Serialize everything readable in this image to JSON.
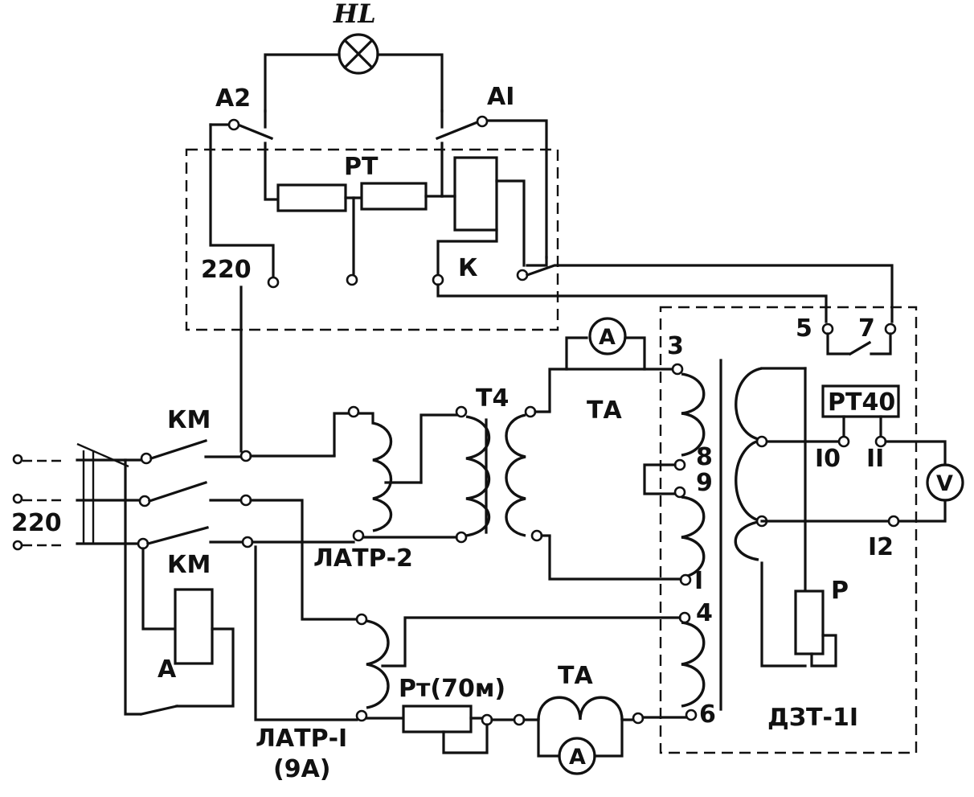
{
  "labels": {
    "lamp": "HL",
    "contact_a2": "A2",
    "contact_a1": "AI",
    "relay_rt": "РТ",
    "voltage_top": "220",
    "contact_k": "К",
    "terminal_5": "5",
    "terminal_7": "7",
    "terminal_3": "3",
    "terminal_8": "8",
    "terminal_9": "9",
    "terminal_1": "I",
    "terminal_4": "4",
    "terminal_6": "6",
    "terminal_10": "I0",
    "terminal_11": "II",
    "terminal_12": "I2",
    "relay_rt40": "РТ40",
    "ammeter_top": "A",
    "ammeter_bottom": "A",
    "voltmeter": "V",
    "transformer_t4": "Т4",
    "current_transformer_top": "ТА",
    "current_transformer_bottom": "ТА",
    "contactor_top": "КМ",
    "contactor_bottom": "КМ",
    "supply_voltage": "220",
    "autotransformer_2": "ЛАТР-2",
    "autotransformer_1": "ЛАТР-I",
    "autotransformer_1_rating": "(9А)",
    "rheostat": "Рт(70м)",
    "coil_a": "А",
    "relay_p": "Р",
    "device_dzt": "ДЗТ-1I"
  }
}
